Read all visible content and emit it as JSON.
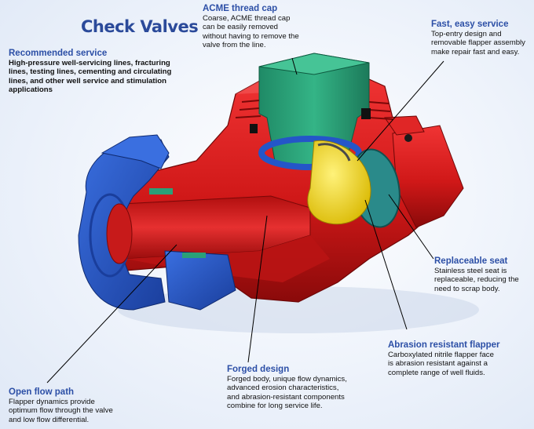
{
  "title": "Check Valves",
  "callouts": {
    "recommended": {
      "heading": "Recommended service",
      "body": "High-pressure well-servicing lines, fracturing\nlines, testing lines, cementing and circulating\nlines, and other well service and stimulation\napplications"
    },
    "acme": {
      "heading": "ACME thread cap",
      "body": "Coarse, ACME thread cap\ncan be easily removed\nwithout having to remove the\nvalve from the line."
    },
    "fast": {
      "heading": "Fast, easy service",
      "body": "Top-entry design and\nremovable flapper assembly\nmake repair fast and easy."
    },
    "seat": {
      "heading": "Replaceable seat",
      "body": "Stainless steel seat is\nreplaceable, reducing the\nneed to scrap body."
    },
    "abrasion": {
      "heading": "Abrasion resistant flapper",
      "body": "Carboxylated nitrile flapper face\nis abrasion resistant against a\ncomplete range of well fluids."
    },
    "forged": {
      "heading": "Forged design",
      "body": "Forged body, unique flow dynamics,\nadvanced erosion characteristics,\nand abrasion-resistant components\ncombine for long service life."
    },
    "openflow": {
      "heading": "Open flow path",
      "body": "Flapper dynamics provide\noptimum flow through the valve\nand low flow differential."
    }
  },
  "colors": {
    "body_red": "#d81e1e",
    "body_dark": "#8e0c0c",
    "cap_green": "#2aa078",
    "union_blue": "#2456c8",
    "flapper_yellow": "#f2d400",
    "heading_blue": "#2c4fa6"
  }
}
